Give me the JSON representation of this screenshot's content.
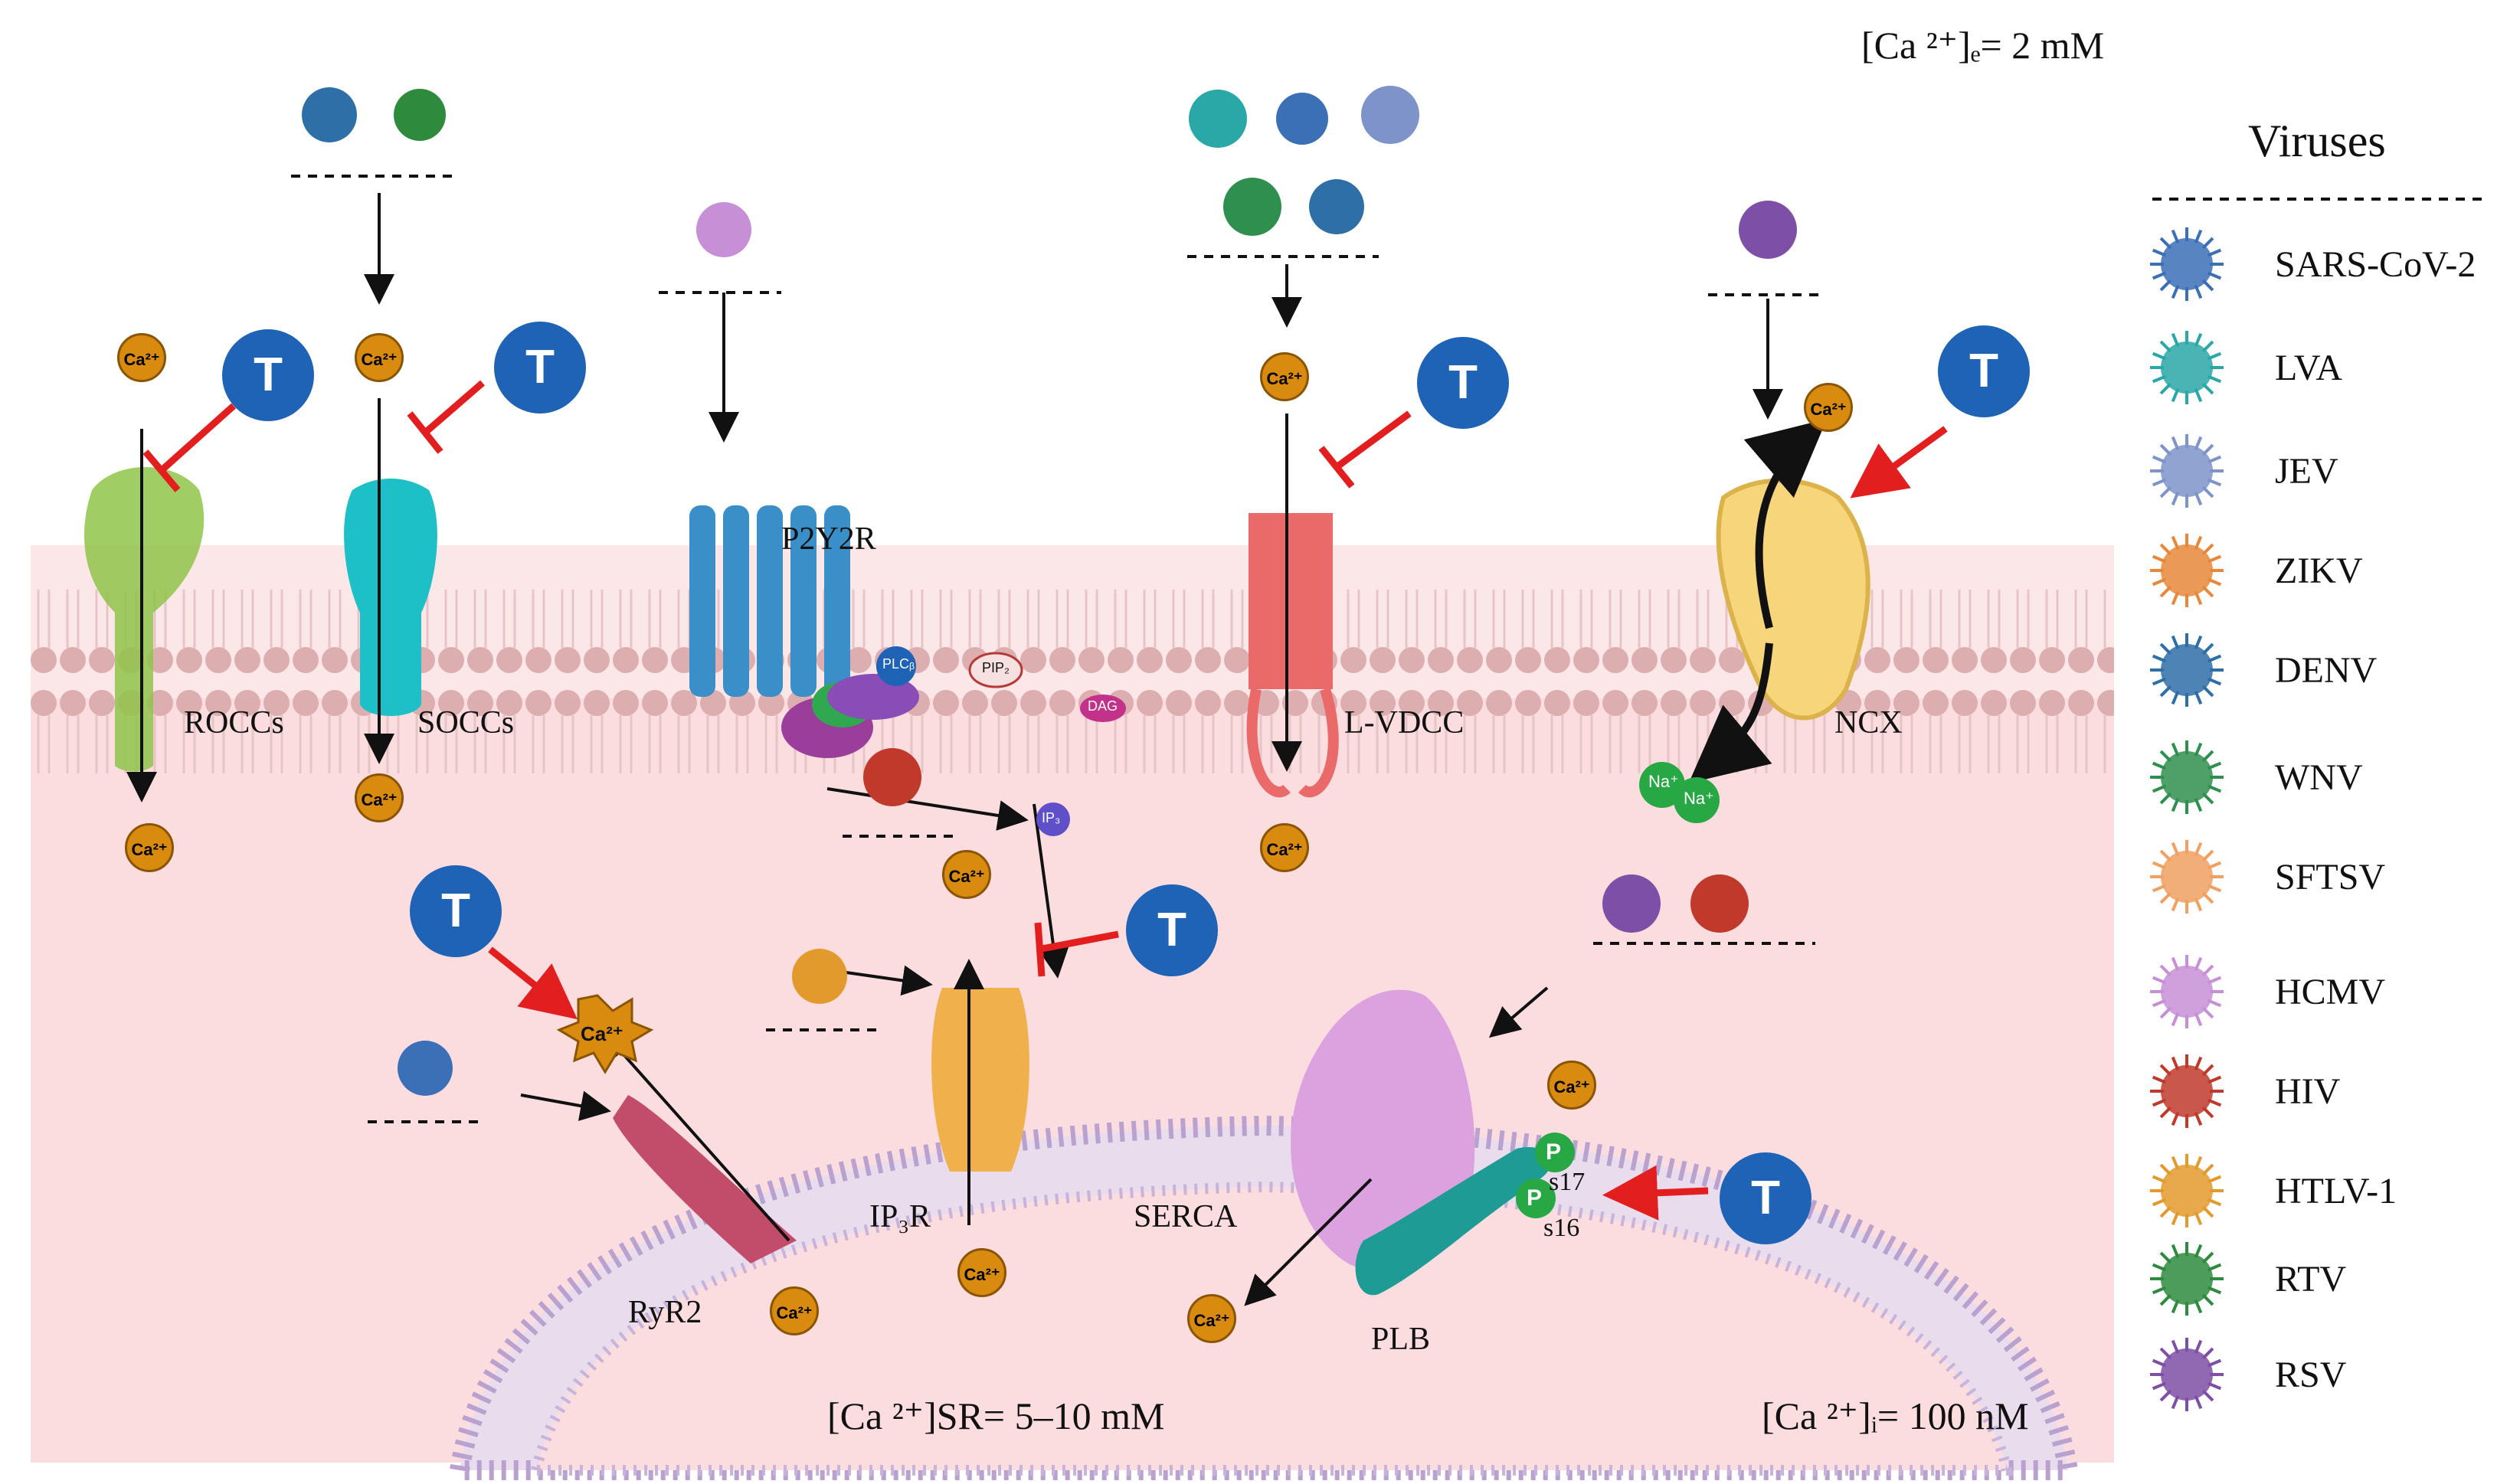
{
  "concentrations": {
    "extracellular": "[Ca ²⁺]ₑ= 2 mM",
    "sr": "[Ca ²⁺]SR= 5–10 mM",
    "intracellular": "[Ca ²⁺]ᵢ= 100 nM"
  },
  "channels": {
    "roccs": "ROCCs",
    "soccs": "SOCCs",
    "p2y2r": "P2Y2R",
    "lvdcc": "L-VDCC",
    "ncx": "NCX",
    "ryr2": "RyR2",
    "ip3r": "IP₃R",
    "serca": "SERCA",
    "plb": "PLB",
    "s17": "s17",
    "s16": "s16"
  },
  "molecules": {
    "ca": "Ca²⁺",
    "na": "Na⁺",
    "plc": "PLCᵦ",
    "pip2": "PIP₂",
    "dag": "DAG",
    "ip3": "IP₃",
    "p": "P",
    "t": "T"
  },
  "legend": {
    "title": "Viruses",
    "items": [
      {
        "name": "SARS-CoV-2",
        "color": "#3b6fb6"
      },
      {
        "name": "LVA",
        "color": "#2aa7a7"
      },
      {
        "name": "JEV",
        "color": "#7d93c9"
      },
      {
        "name": "ZIKV",
        "color": "#e8873a"
      },
      {
        "name": "DENV",
        "color": "#2e6fa8"
      },
      {
        "name": "WNV",
        "color": "#2f8f4e"
      },
      {
        "name": "SFTSV",
        "color": "#f0a060"
      },
      {
        "name": "HCMV",
        "color": "#c78fd6"
      },
      {
        "name": "HIV",
        "color": "#c0392b"
      },
      {
        "name": "HTLV-1",
        "color": "#e39a2d"
      },
      {
        "name": "RTV",
        "color": "#2e8b3e"
      },
      {
        "name": "RSV",
        "color": "#7e4fa6"
      }
    ]
  },
  "colors": {
    "cytoplasm": "#fbdde0",
    "membrane": "#e4b9ba",
    "t_badge": "#1e63b5",
    "inhibit": "#e21e1e",
    "calcium": "#d98b10"
  }
}
